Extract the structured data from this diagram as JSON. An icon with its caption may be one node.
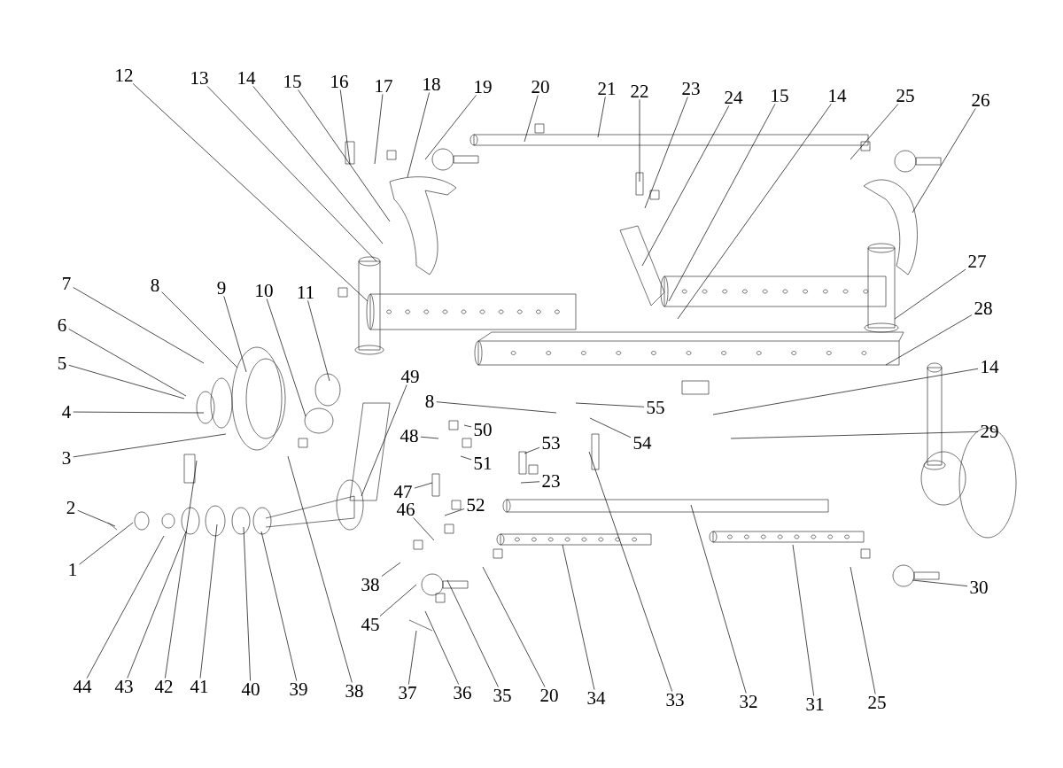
{
  "diagram": {
    "nodes": [
      {
        "text": [
          "12"
        ]
      },
      {
        "text": [
          "13"
        ]
      },
      {
        "text": [
          "14"
        ]
      },
      {
        "text": [
          "15"
        ]
      },
      {
        "text": [
          "16"
        ]
      },
      {
        "text": [
          "17"
        ]
      },
      {
        "text": [
          "18"
        ]
      },
      {
        "text": [
          "19"
        ]
      },
      {
        "text": [
          "20"
        ]
      },
      {
        "text": [
          "21"
        ]
      },
      {
        "text": [
          "22"
        ]
      },
      {
        "text": [
          "23"
        ]
      },
      {
        "text": [
          "24"
        ]
      },
      {
        "text": [
          "15"
        ]
      },
      {
        "text": [
          "14"
        ]
      },
      {
        "text": [
          "25"
        ]
      },
      {
        "text": [
          "26"
        ]
      },
      {
        "text": [
          "7"
        ]
      },
      {
        "text": [
          "8"
        ]
      },
      {
        "text": [
          "9"
        ]
      },
      {
        "text": [
          "10"
        ]
      },
      {
        "text": [
          "11"
        ]
      },
      {
        "text": [
          "27"
        ]
      },
      {
        "text": [
          "6"
        ]
      },
      {
        "text": [
          "28"
        ]
      },
      {
        "text": [
          "5"
        ]
      },
      {
        "text": [
          "14"
        ]
      },
      {
        "text": [
          "49"
        ]
      },
      {
        "text": [
          "8"
        ]
      },
      {
        "text": [
          "55"
        ]
      },
      {
        "text": [
          "4"
        ]
      },
      {
        "text": [
          "50"
        ]
      },
      {
        "text": [
          "48"
        ]
      },
      {
        "text": [
          "54"
        ]
      },
      {
        "text": [
          "29"
        ]
      },
      {
        "text": [
          "53"
        ]
      },
      {
        "text": [
          "3"
        ]
      },
      {
        "text": [
          "51"
        ]
      },
      {
        "text": [
          "23"
        ]
      },
      {
        "text": [
          "47"
        ]
      },
      {
        "text": [
          "52"
        ]
      },
      {
        "text": [
          "2"
        ]
      },
      {
        "text": [
          "46"
        ]
      },
      {
        "text": [
          "1"
        ]
      },
      {
        "text": [
          "38"
        ]
      },
      {
        "text": [
          "30"
        ]
      },
      {
        "text": [
          "45"
        ]
      },
      {
        "text": [
          "44"
        ]
      },
      {
        "text": [
          "43"
        ]
      },
      {
        "text": [
          "42"
        ]
      },
      {
        "text": [
          "41"
        ]
      },
      {
        "text": [
          "40"
        ]
      },
      {
        "text": [
          "39"
        ]
      },
      {
        "text": [
          "38"
        ]
      },
      {
        "text": [
          "37"
        ]
      },
      {
        "text": [
          "36"
        ]
      },
      {
        "text": [
          "35"
        ]
      },
      {
        "text": [
          "20"
        ]
      },
      {
        "text": [
          "34"
        ]
      },
      {
        "text": [
          "33"
        ]
      },
      {
        "text": [
          "32"
        ]
      },
      {
        "text": [
          "31"
        ]
      },
      {
        "text": [
          "25"
        ]
      }
    ],
    "edges": [
      {
        "from": 0,
        "to": null,
        "arrow": "none"
      },
      {
        "from": 1,
        "to": null,
        "arrow": "none"
      },
      {
        "from": 2,
        "to": null,
        "arrow": "none"
      },
      {
        "from": 3,
        "to": null,
        "arrow": "none"
      },
      {
        "from": 4,
        "to": null,
        "arrow": "none"
      },
      {
        "from": 5,
        "to": null,
        "arrow": "none"
      },
      {
        "from": 6,
        "to": null,
        "arrow": "none"
      },
      {
        "from": 7,
        "to": null,
        "arrow": "none"
      },
      {
        "from": 8,
        "to": null,
        "arrow": "none"
      },
      {
        "from": 9,
        "to": null,
        "arrow": "none"
      },
      {
        "from": 10,
        "to": null,
        "arrow": "none"
      },
      {
        "from": 11,
        "to": null,
        "arrow": "none"
      },
      {
        "from": 12,
        "to": null,
        "arrow": "none"
      },
      {
        "from": 13,
        "to": null,
        "arrow": "none"
      },
      {
        "from": 14,
        "to": null,
        "arrow": "none"
      },
      {
        "from": 15,
        "to": null,
        "arrow": "none"
      },
      {
        "from": 16,
        "to": null,
        "arrow": "none"
      },
      {
        "from": 17,
        "to": null,
        "arrow": "none"
      },
      {
        "from": 18,
        "to": null,
        "arrow": "none"
      },
      {
        "from": 19,
        "to": null,
        "arrow": "none"
      },
      {
        "from": 20,
        "to": null,
        "arrow": "none"
      },
      {
        "from": 21,
        "to": null,
        "arrow": "none"
      },
      {
        "from": 22,
        "to": null,
        "arrow": "none"
      },
      {
        "from": 23,
        "to": null,
        "arrow": "none"
      },
      {
        "from": 24,
        "to": null,
        "arrow": "none"
      },
      {
        "from": 25,
        "to": null,
        "arrow": "none"
      },
      {
        "from": 26,
        "to": null,
        "arrow": "none"
      },
      {
        "from": 27,
        "to": null,
        "arrow": "none"
      },
      {
        "from": 28,
        "to": null,
        "arrow": "none"
      },
      {
        "from": 29,
        "to": null,
        "arrow": "none"
      },
      {
        "from": 30,
        "to": null,
        "arrow": "none"
      },
      {
        "from": 31,
        "to": null,
        "arrow": "none"
      },
      {
        "from": 32,
        "to": null,
        "arrow": "none"
      },
      {
        "from": 33,
        "to": null,
        "arrow": "none"
      },
      {
        "from": 34,
        "to": null,
        "arrow": "none"
      },
      {
        "from": 35,
        "to": null,
        "arrow": "none"
      },
      {
        "from": 36,
        "to": null,
        "arrow": "none"
      },
      {
        "from": 37,
        "to": null,
        "arrow": "none"
      },
      {
        "from": 38,
        "to": null,
        "arrow": "none"
      },
      {
        "from": 39,
        "to": null,
        "arrow": "none"
      },
      {
        "from": 40,
        "to": null,
        "arrow": "none"
      },
      {
        "from": 41,
        "to": null,
        "arrow": "none"
      },
      {
        "from": 42,
        "to": null,
        "arrow": "none"
      },
      {
        "from": 43,
        "to": null,
        "arrow": "none"
      },
      {
        "from": 44,
        "to": null,
        "arrow": "none"
      },
      {
        "from": 45,
        "to": null,
        "arrow": "none"
      },
      {
        "from": 46,
        "to": null,
        "arrow": "none"
      },
      {
        "from": 47,
        "to": null,
        "arrow": "none"
      },
      {
        "from": 48,
        "to": null,
        "arrow": "none"
      },
      {
        "from": 49,
        "to": null,
        "arrow": "none"
      },
      {
        "from": 50,
        "to": null,
        "arrow": "none"
      },
      {
        "from": 51,
        "to": null,
        "arrow": "none"
      },
      {
        "from": 52,
        "to": null,
        "arrow": "none"
      },
      {
        "from": 53,
        "to": null,
        "arrow": "none"
      },
      {
        "from": 54,
        "to": null,
        "arrow": "none"
      },
      {
        "from": 55,
        "to": null,
        "arrow": "none"
      },
      {
        "from": 56,
        "to": null,
        "arrow": "none"
      },
      {
        "from": 57,
        "to": null,
        "arrow": "none"
      },
      {
        "from": 58,
        "to": null,
        "arrow": "none"
      },
      {
        "from": 59,
        "to": null,
        "arrow": "none"
      },
      {
        "from": 60,
        "to": null,
        "arrow": "none"
      },
      {
        "from": 61,
        "to": null,
        "arrow": "none"
      },
      {
        "from": 62,
        "to": null,
        "arrow": "none"
      }
    ]
  }
}
